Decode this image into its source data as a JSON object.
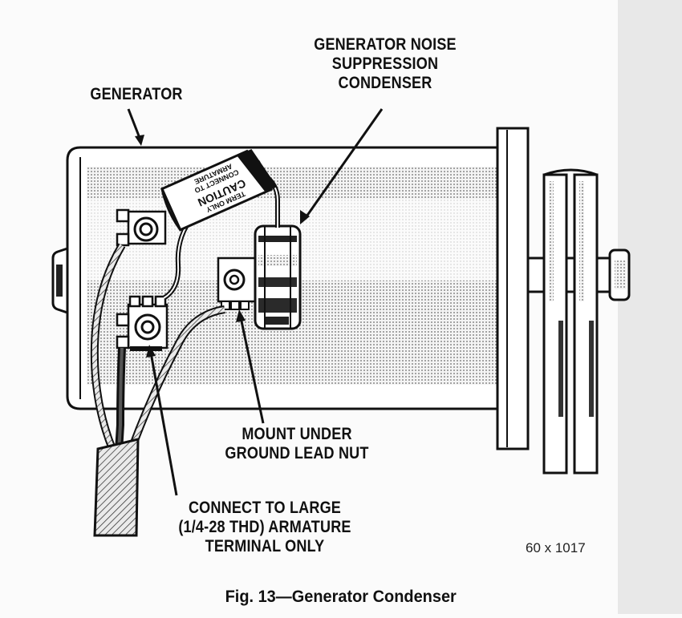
{
  "labels": {
    "generator": "GENERATOR",
    "noise_condenser": [
      "GENERATOR NOISE",
      "SUPPRESSION",
      "CONDENSER"
    ],
    "mount": [
      "MOUNT UNDER",
      "GROUND LEAD NUT"
    ],
    "connect": [
      "CONNECT TO LARGE",
      "(1/4-28 THD) ARMATURE",
      "TERMINAL ONLY"
    ]
  },
  "caution_tag": {
    "title": "CAUTION",
    "lines": [
      "CONNECT TO",
      "ARMATURE",
      "TERM ONLY"
    ]
  },
  "figure_code": "60 x 1017",
  "caption": "Fig. 13—Generator Condenser"
}
